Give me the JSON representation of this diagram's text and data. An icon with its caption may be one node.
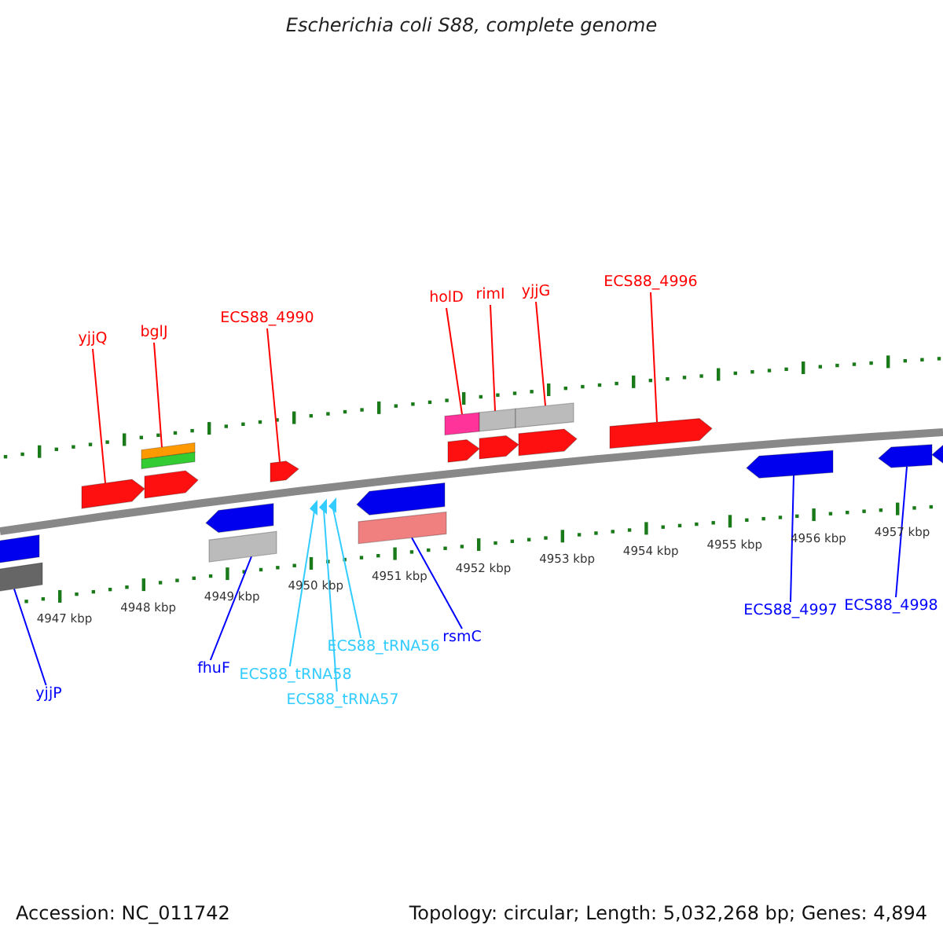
{
  "diagram": {
    "title": "Escherichia coli S88, complete genome",
    "nodes": [
      {
        "text": [
          "yjjQ"
        ]
      },
      {
        "text": [
          "bglJ"
        ]
      },
      {
        "text": [
          "ECS88_4990"
        ]
      },
      {
        "text": [
          "holD"
        ]
      },
      {
        "text": [
          "rimI"
        ]
      },
      {
        "text": [
          "yjjG"
        ]
      },
      {
        "text": [
          "ECS88_4996"
        ]
      },
      {
        "text": [
          "yjjP"
        ]
      },
      {
        "text": [
          "fhuF"
        ]
      },
      {
        "text": [
          "ECS88_tRNA58"
        ]
      },
      {
        "text": [
          "ECS88_tRNA57"
        ]
      },
      {
        "text": [
          "ECS88_tRNA56"
        ]
      },
      {
        "text": [
          "rsmC"
        ]
      },
      {
        "text": [
          "ECS88_4997"
        ]
      },
      {
        "text": [
          "ECS88_4998"
        ]
      },
      {
        "text": [],
        "shape": "pentagon"
      },
      {
        "text": [],
        "shape": "bar"
      },
      {
        "text": [],
        "shape": "pentagon"
      },
      {
        "text": [],
        "shape": "bar"
      },
      {
        "text": [],
        "shape": "bar"
      },
      {
        "text": [],
        "shape": "pentagon"
      },
      {
        "text": [],
        "shape": "pentagon"
      },
      {
        "text": [],
        "shape": "bar"
      },
      {
        "text": [],
        "shape": "pentagon"
      },
      {
        "text": [],
        "shape": "triangle"
      },
      {
        "text": [],
        "shape": "triangle"
      },
      {
        "text": [],
        "shape": "triangle"
      },
      {
        "text": [],
        "shape": "pentagon"
      },
      {
        "text": [],
        "shape": "bar"
      },
      {
        "text": [],
        "shape": "bar"
      },
      {
        "text": [],
        "shape": "pentagon"
      },
      {
        "text": [],
        "shape": "bar"
      },
      {
        "text": [],
        "shape": "pentagon"
      },
      {
        "text": [],
        "shape": "bar"
      },
      {
        "text": [],
        "shape": "pentagon"
      },
      {
        "text": [],
        "shape": "pentagon"
      },
      {
        "text": [],
        "shape": "pentagon"
      },
      {
        "text": [],
        "shape": "pentagon"
      },
      {
        "text": [],
        "shape": "pentagon"
      }
    ],
    "edges": [
      {
        "from": 0,
        "to": 17,
        "arrow": "none"
      },
      {
        "from": 1,
        "to": 18,
        "arrow": "none"
      },
      {
        "from": 2,
        "to": 23,
        "arrow": "none"
      },
      {
        "from": 3,
        "to": 29,
        "arrow": "none"
      },
      {
        "from": 4,
        "to": 31,
        "arrow": "none"
      },
      {
        "from": 5,
        "to": 33,
        "arrow": "none"
      },
      {
        "from": 6,
        "to": 35,
        "arrow": "none"
      },
      {
        "from": 7,
        "to": 16,
        "arrow": "none",
        "color": "#0000ff"
      },
      {
        "from": 8,
        "to": 22,
        "arrow": "none",
        "color": "#0000ff"
      },
      {
        "from": 9,
        "to": 24,
        "arrow": "none",
        "color": "#33ccff"
      },
      {
        "from": 10,
        "to": 25,
        "arrow": "none",
        "color": "#33ccff"
      },
      {
        "from": 11,
        "to": 26,
        "arrow": "none",
        "color": "#33ccff"
      },
      {
        "from": 12,
        "to": 28,
        "arrow": "none",
        "color": "#0000ff"
      },
      {
        "from": 13,
        "to": 36,
        "arrow": "none",
        "color": "#0000ff"
      },
      {
        "from": 14,
        "to": 37,
        "arrow": "none",
        "color": "#0000ff"
      }
    ],
    "labels": [
      "4947 kbp",
      "4948 kbp",
      "4949 kbp",
      "4950 kbp",
      "4951 kbp",
      "4952 kbp",
      "4953 kbp",
      "4954 kbp",
      "4955 kbp",
      "4956 kbp",
      "4957 kbp",
      "Accession: NC_011742",
      "Topology: circular; Length: 5,032,268 bp; Genes: 4,894"
    ]
  }
}
